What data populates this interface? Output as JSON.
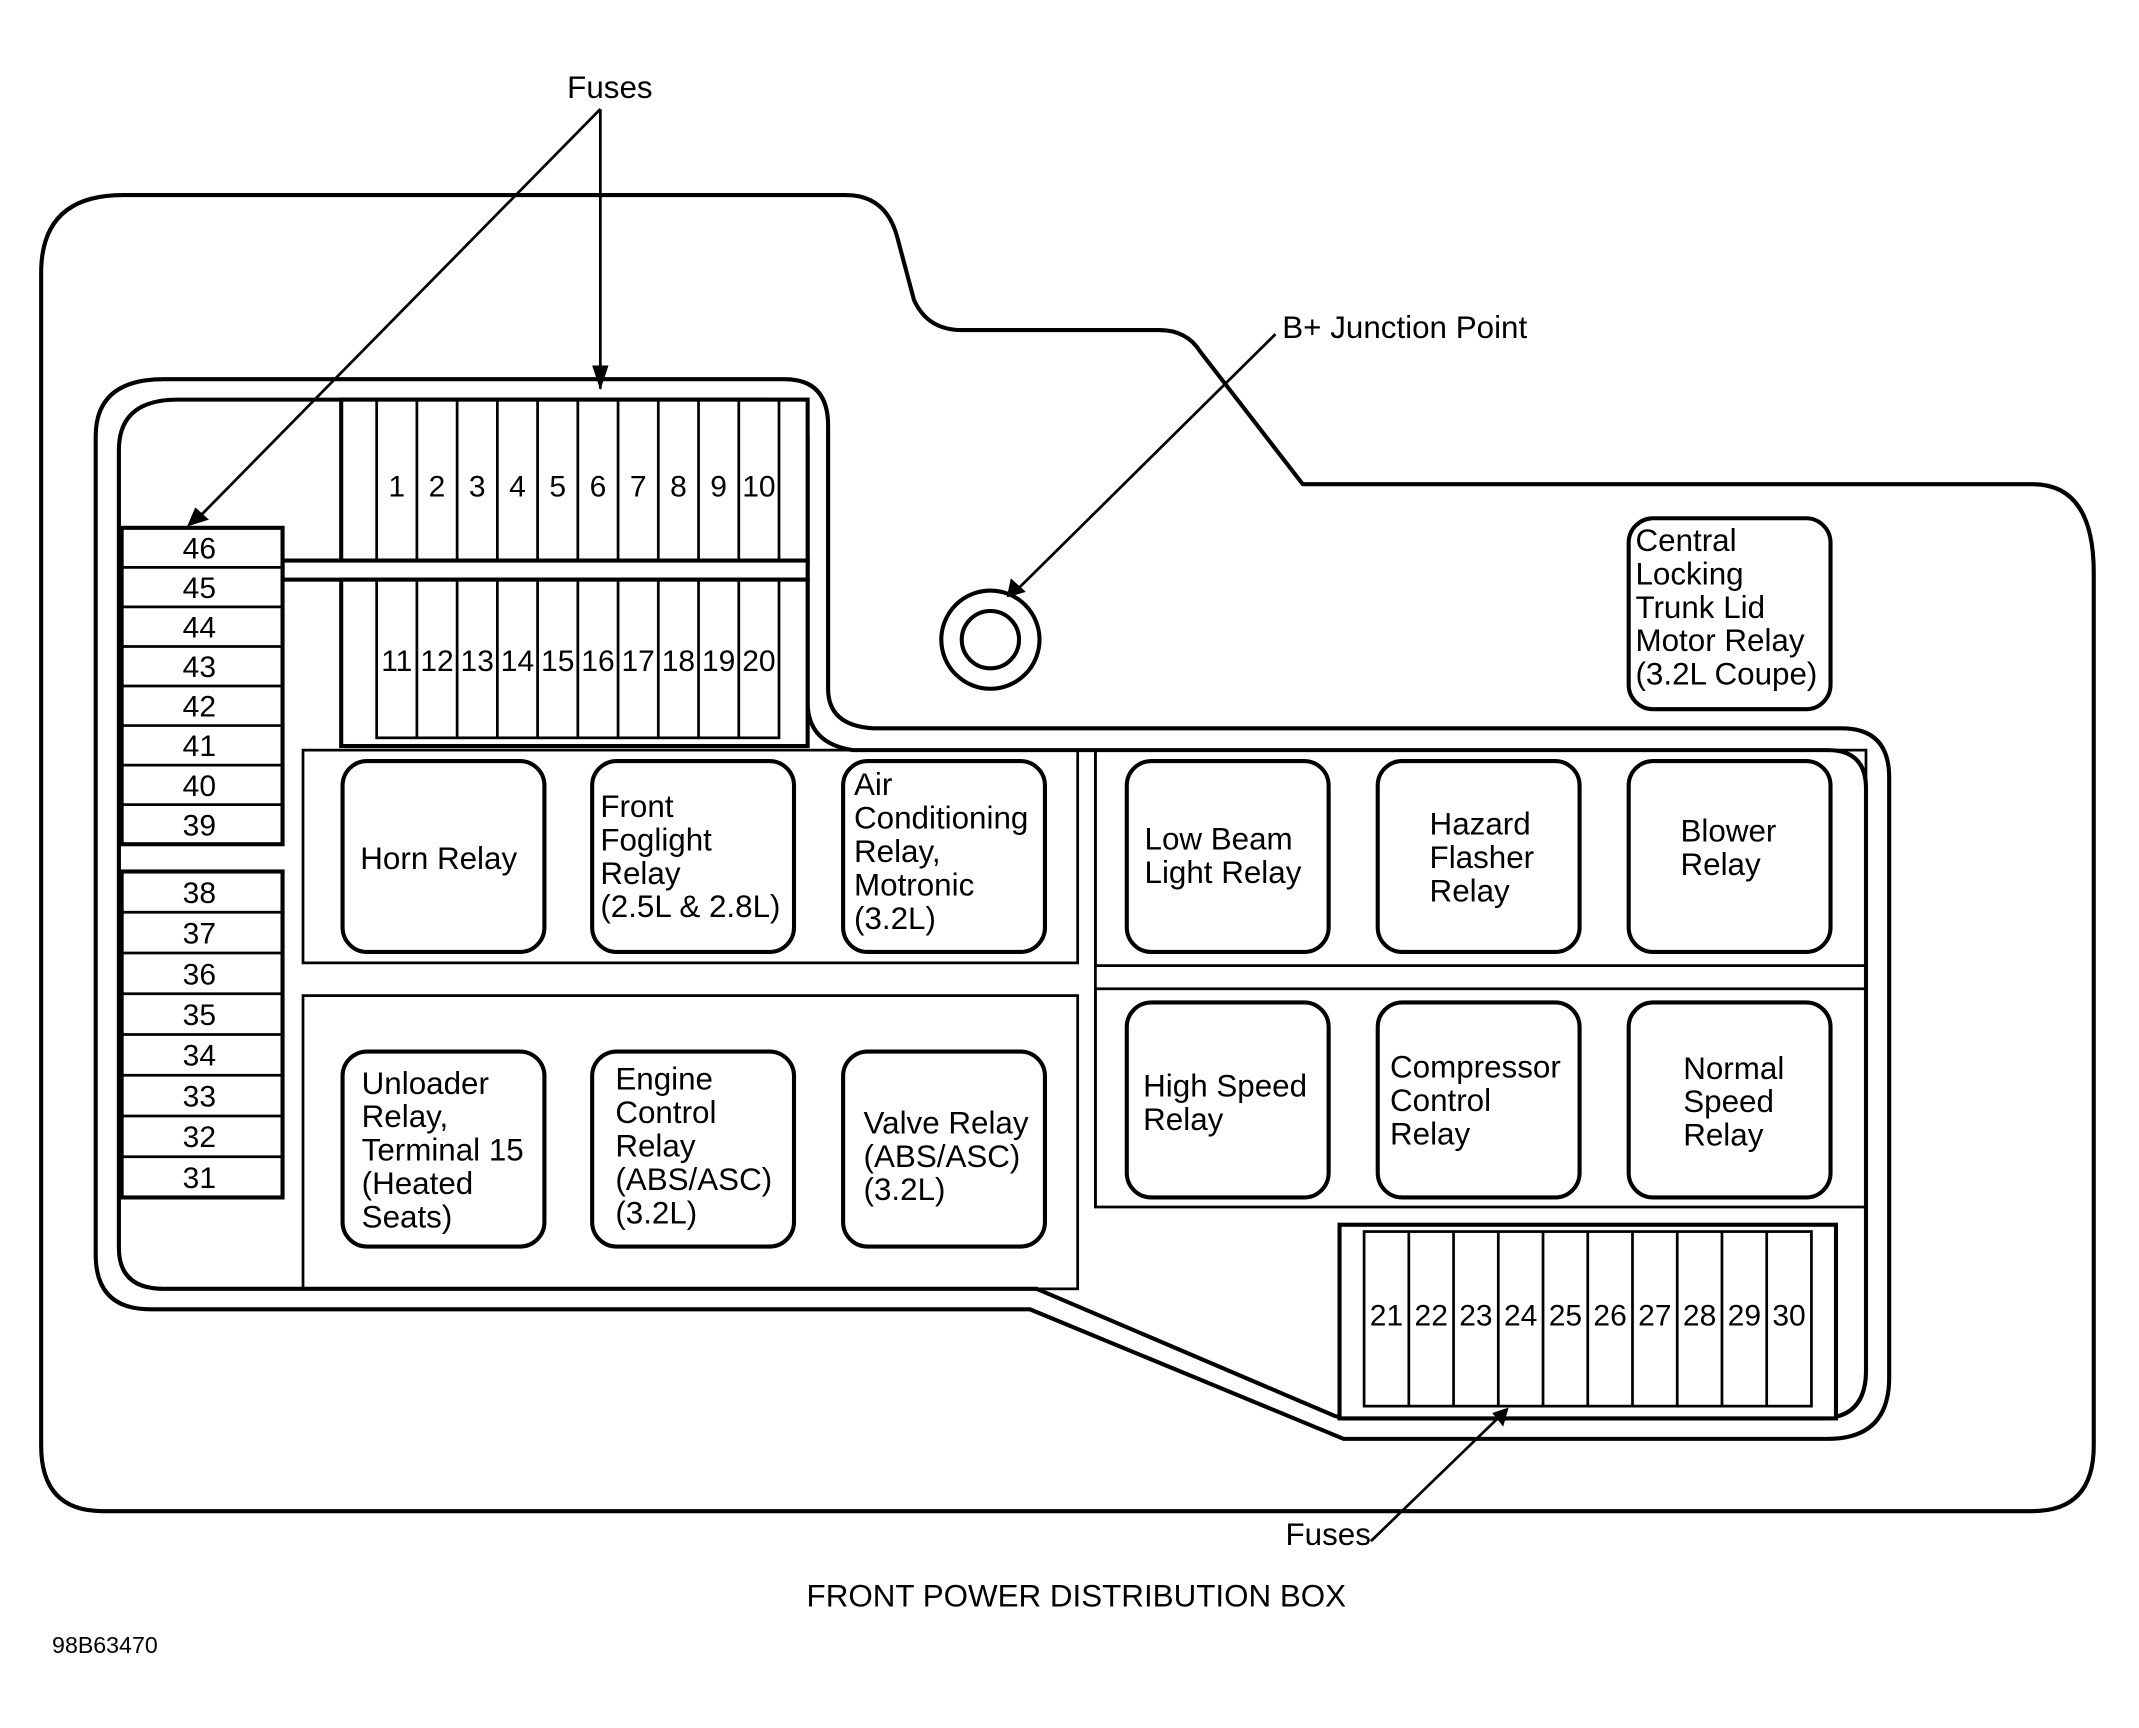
{
  "diagram": {
    "title": "FRONT POWER DISTRIBUTION BOX",
    "figure_id": "98B63470",
    "callouts": {
      "fuses_top": "Fuses",
      "fuses_bottom": "Fuses",
      "b_plus": "B+ Junction Point"
    },
    "fuses_top_row": [
      "1",
      "2",
      "3",
      "4",
      "5",
      "6",
      "7",
      "8",
      "9",
      "10"
    ],
    "fuses_second_row": [
      "11",
      "12",
      "13",
      "14",
      "15",
      "16",
      "17",
      "18",
      "19",
      "20"
    ],
    "fuses_bottom_row": [
      "21",
      "22",
      "23",
      "24",
      "25",
      "26",
      "27",
      "28",
      "29",
      "30"
    ],
    "fuses_left_upper": [
      "46",
      "45",
      "44",
      "43",
      "42",
      "41",
      "40",
      "39"
    ],
    "fuses_left_lower": [
      "38",
      "37",
      "36",
      "35",
      "34",
      "33",
      "32",
      "31"
    ],
    "relays": {
      "central_locking": [
        "Central",
        "Locking",
        "Trunk Lid",
        "Motor Relay",
        "(3.2L Coupe)"
      ],
      "horn": [
        "Horn Relay"
      ],
      "front_foglight": [
        "Front",
        "Foglight",
        "Relay",
        "(2.5L & 2.8L)"
      ],
      "air_conditioning": [
        "Air",
        "Conditioning",
        "Relay,",
        "Motronic",
        "(3.2L)"
      ],
      "low_beam": [
        "Low Beam",
        "Light Relay"
      ],
      "hazard_flasher": [
        "Hazard",
        "Flasher",
        "Relay"
      ],
      "blower": [
        "Blower",
        "Relay"
      ],
      "unloader": [
        "Unloader",
        "Relay,",
        "Terminal 15",
        "(Heated",
        "Seats)"
      ],
      "engine_control": [
        "Engine",
        "Control",
        "Relay",
        "(ABS/ASC)",
        "(3.2L)"
      ],
      "valve": [
        "Valve Relay",
        "(ABS/ASC)",
        "(3.2L)"
      ],
      "high_speed": [
        "High Speed",
        "Relay"
      ],
      "compressor_control": [
        "Compressor",
        "Control",
        "Relay"
      ],
      "normal_speed": [
        "Normal",
        "Speed",
        "Relay"
      ]
    }
  }
}
